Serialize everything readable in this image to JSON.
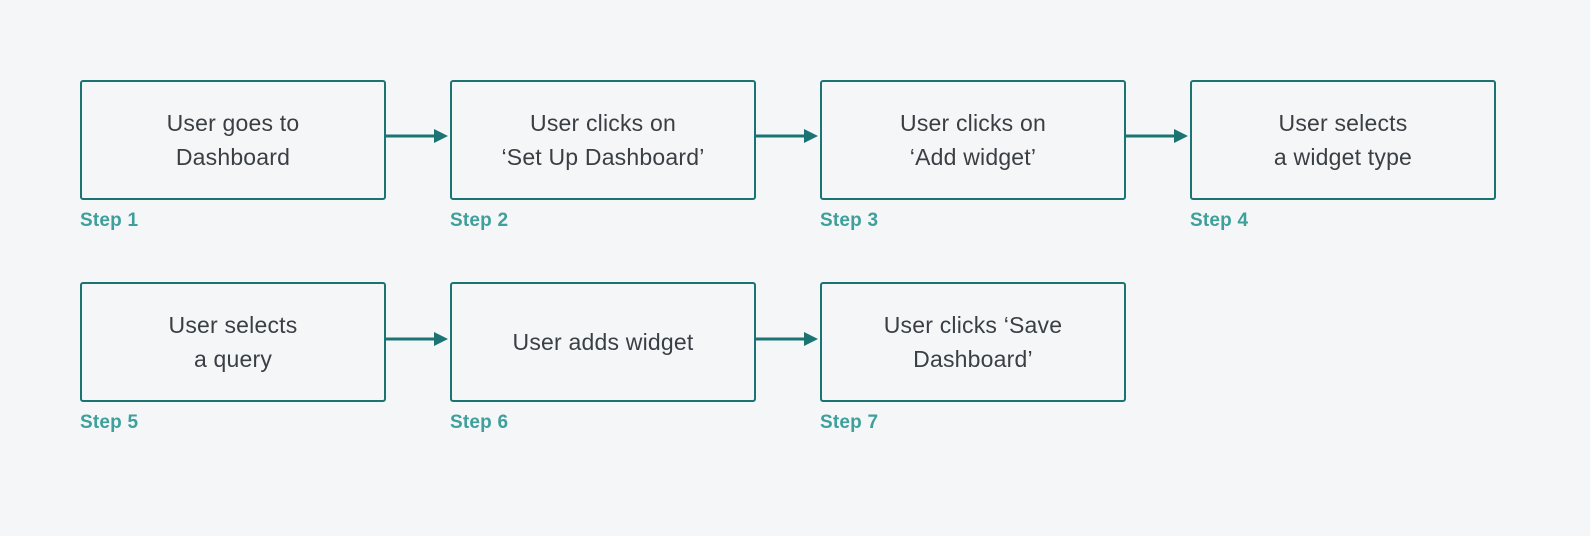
{
  "steps": [
    {
      "lines": [
        "User goes to",
        "Dashboard"
      ],
      "caption": "Step 1"
    },
    {
      "lines": [
        "User clicks on",
        "‘Set Up Dashboard’"
      ],
      "caption": "Step 2"
    },
    {
      "lines": [
        "User clicks on",
        "‘Add widget’"
      ],
      "caption": "Step 3"
    },
    {
      "lines": [
        "User selects",
        "a widget type"
      ],
      "caption": "Step 4"
    },
    {
      "lines": [
        "User selects",
        "a query"
      ],
      "caption": "Step 5"
    },
    {
      "lines": [
        "User adds widget"
      ],
      "caption": "Step 6"
    },
    {
      "lines": [
        "User clicks ‘Save",
        "Dashboard’"
      ],
      "caption": "Step 7"
    }
  ],
  "colors": {
    "border": "#1b7473",
    "arrow": "#1b7473",
    "caption": "#3f9f9b",
    "text": "#3a3f44",
    "background": "#f4f6f8"
  }
}
